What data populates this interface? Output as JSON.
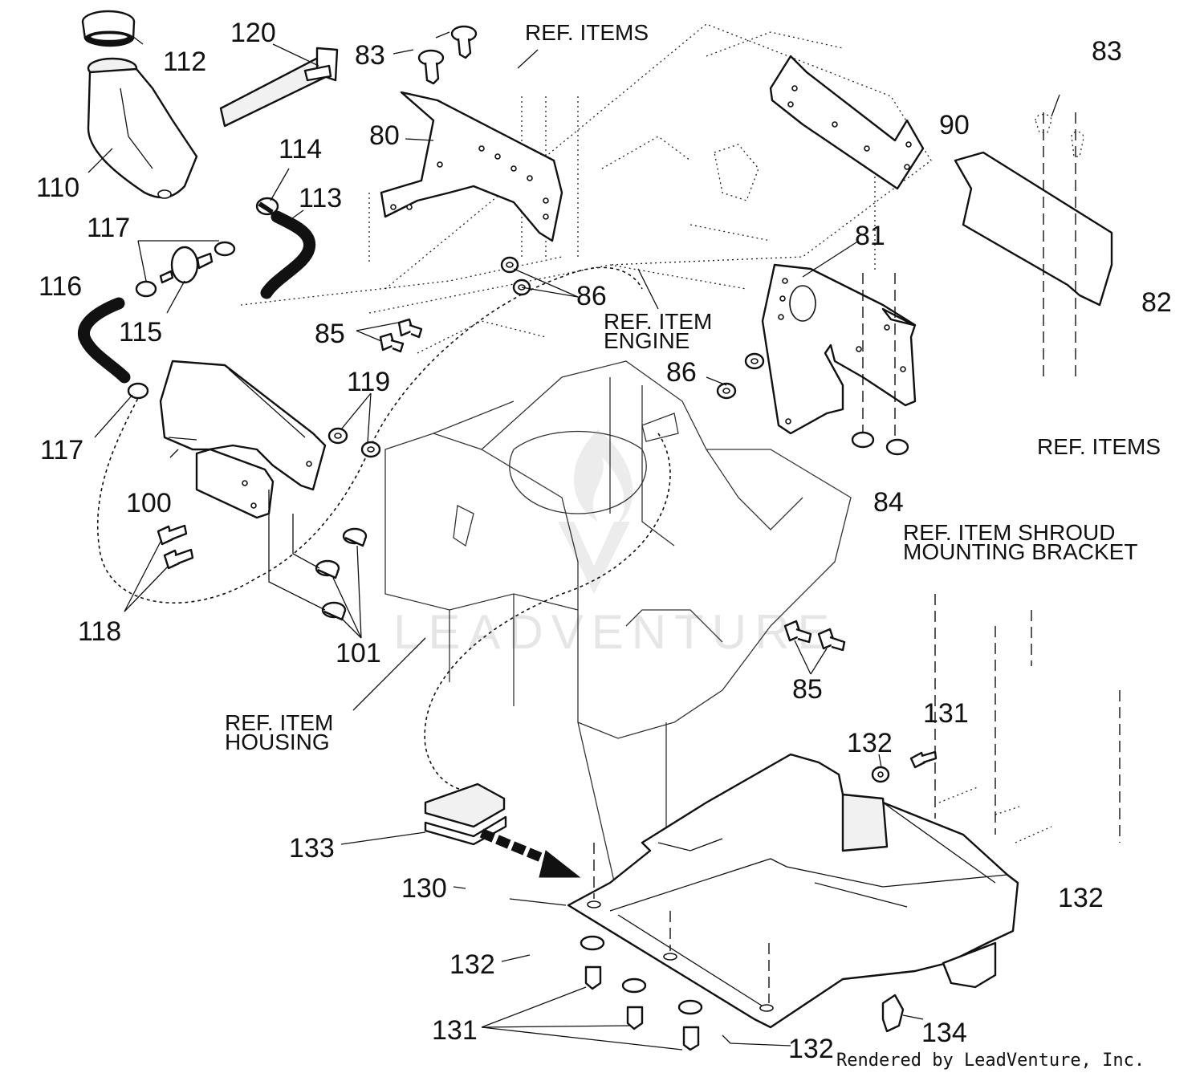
{
  "labels": {
    "n112": "112",
    "n120": "120",
    "n83a": "83",
    "n83b": "83",
    "n110": "110",
    "n80": "80",
    "n90": "90",
    "n114": "114",
    "n113": "113",
    "n117a": "117",
    "n116": "116",
    "n115": "115",
    "n85a": "85",
    "n86a": "86",
    "n81": "81",
    "n82": "82",
    "n86b": "86",
    "n119": "119",
    "n117b": "117",
    "n100": "100",
    "n84": "84",
    "n118": "118",
    "n101": "101",
    "n85b": "85",
    "n131a": "131",
    "n132a": "132",
    "n133": "133",
    "n130": "130",
    "n132b": "132",
    "n132c": "132",
    "n131b": "131",
    "n134": "134",
    "n132d": "132"
  },
  "refs": {
    "ref_items_top": "REF. ITEMS",
    "ref_engine_1": "REF. ITEM",
    "ref_engine_2": "ENGINE",
    "ref_items_right": "REF. ITEMS",
    "ref_shroud_1": "REF. ITEM SHROUD",
    "ref_shroud_2": "MOUNTING BRACKET",
    "ref_housing_1": "REF. ITEM",
    "ref_housing_2": "HOUSING"
  },
  "footer": "Rendered by LeadVenture, Inc.",
  "watermark": "LEADVENTURE"
}
